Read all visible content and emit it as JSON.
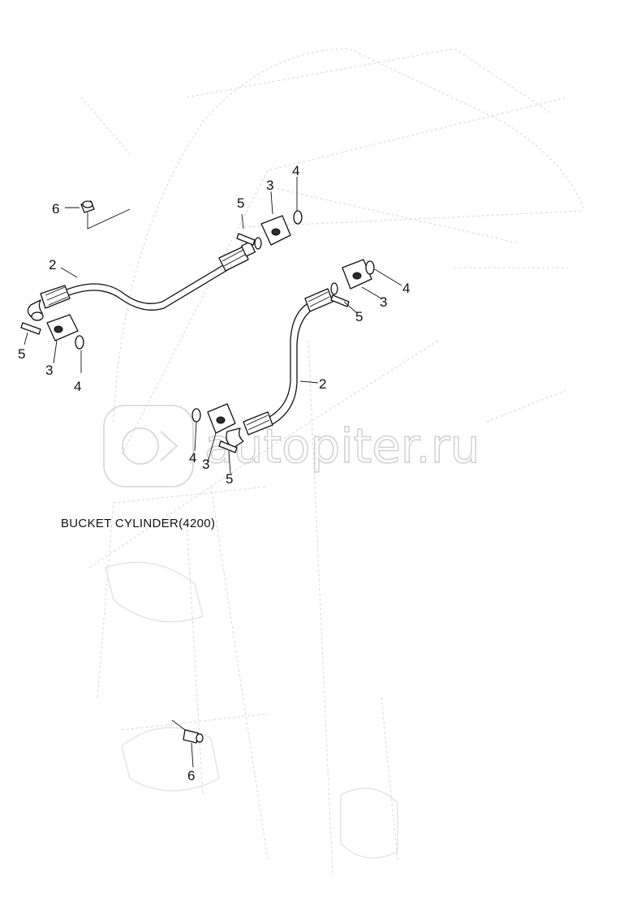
{
  "caption": "BUCKET CYLINDER(4200)",
  "watermark": {
    "logo_text": "autopiter.ru"
  },
  "callouts": {
    "c1": "6",
    "c2": "5",
    "c3": "3",
    "c4": "4",
    "c5": "2",
    "c6": "4",
    "c7": "3",
    "c8": "5",
    "c9": "5",
    "c10": "3",
    "c11": "4",
    "c12": "2",
    "c13": "4",
    "c14": "3",
    "c15": "5",
    "c16": "6"
  }
}
